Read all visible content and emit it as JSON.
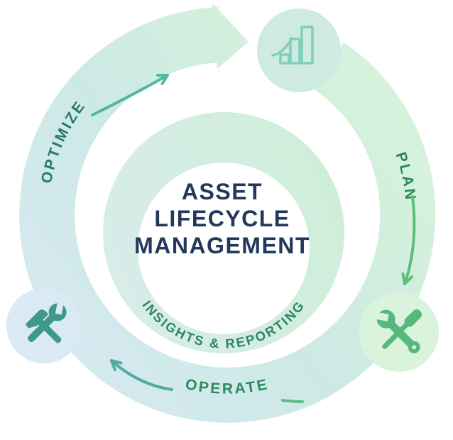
{
  "diagram": {
    "type": "circular-lifecycle",
    "center_title": {
      "line1": "ASSET",
      "line2": "LIFECYCLE",
      "line3": "MANAGEMENT"
    },
    "inner_ring_label": "INSIGHTS & REPORTING",
    "stages": [
      {
        "label": "OPTIMIZE",
        "position": "left",
        "icon": "hammer-wrench",
        "label_color": "#27786e"
      },
      {
        "label": "PLAN",
        "position": "right",
        "icon": "bar-chart",
        "label_color": "#2b8a5e"
      },
      {
        "label": "OPERATE",
        "position": "bottom",
        "icon": "wrench-screwdriver",
        "label_color": "#2b8a5e"
      }
    ],
    "icons": [
      {
        "name": "bar-chart-icon",
        "location": "top-circle",
        "color": "#7ed0b8",
        "circle_fill": "#cfeae3"
      },
      {
        "name": "wrench-screwdriver-icon",
        "location": "bottom-right-circle",
        "color": "#55b97c",
        "circle_fill": "#d9f3dc"
      },
      {
        "name": "hammer-wrench-icon",
        "location": "bottom-left-circle",
        "color": "#3e988c",
        "circle_fill": "#d9eaf4"
      }
    ],
    "flow": "clockwise",
    "colors": {
      "title_text": "#22395c",
      "ring_gradient_start": "#d8e9f4",
      "ring_gradient_mid": "#cde9e5",
      "ring_gradient_end": "#d8f4da",
      "inner_ring_start": "#d8ece9",
      "inner_ring_end": "#cfeeda",
      "arrow_teal": "#55b5a5",
      "arrow_green": "#5cbd7d",
      "insights_text": "#2b8866"
    }
  }
}
